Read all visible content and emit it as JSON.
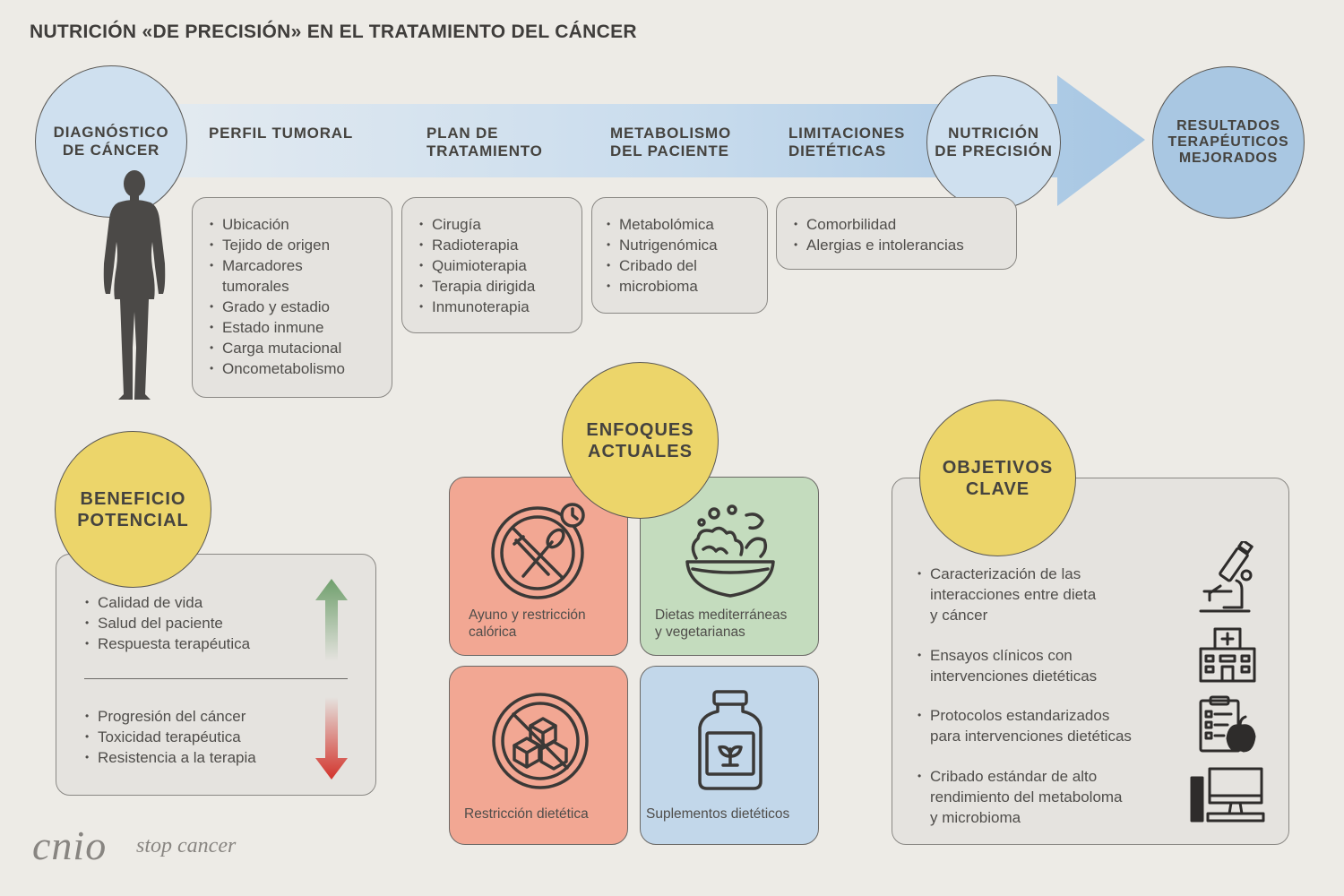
{
  "title": "NUTRICIÓN «DE PRECISIÓN» EN EL TRATAMIENTO DEL CÁNCER",
  "colors": {
    "background": "#edebe6",
    "light_blue": "#cfe0ef",
    "dark_blue": "#a9c7e2",
    "yellow": "#ecd56a",
    "salmon": "#f2a793",
    "green": "#c4dcbe",
    "tile_blue": "#c2d7ea",
    "box_gray": "#e5e3df"
  },
  "flow": {
    "start": {
      "line1": "DIAGNÓSTICO",
      "line2": "DE CÁNCER",
      "icon": "human-silhouette-icon"
    },
    "stages": [
      {
        "line1": "PERFIL TUMORAL",
        "line2": "",
        "items": [
          "Ubicación",
          "Tejido de origen",
          "Marcadores",
          "tumorales",
          "Grado y estadio",
          "Estado inmune",
          "Carga mutacional",
          "Oncometabolismo"
        ]
      },
      {
        "line1": "PLAN DE",
        "line2": "TRATAMIENTO",
        "items": [
          "Cirugía",
          "Radioterapia",
          "Quimioterapia",
          "Terapia dirigida",
          "Inmunoterapia"
        ]
      },
      {
        "line1": "METABOLISMO",
        "line2": "DEL PACIENTE",
        "items": [
          "Metabolómica",
          "Nutrigenómica",
          "Cribado del",
          "microbioma"
        ]
      },
      {
        "line1": "LIMITACIONES",
        "line2": "DIETÉTICAS",
        "items": [
          "Comorbilidad",
          "Alergias e intolerancias"
        ]
      }
    ],
    "precision": {
      "line1": "NUTRICIÓN",
      "line2": "DE PRECISIÓN"
    },
    "result": {
      "line1": "RESULTADOS",
      "line2": "TERAPÉUTICOS",
      "line3": "MEJORADOS"
    }
  },
  "benefit": {
    "line1": "BENEFICIO",
    "line2": "POTENCIAL",
    "positive": [
      "Calidad de vida",
      "Salud del paciente",
      "Respuesta terapéutica"
    ],
    "negative": [
      "Progresión del cáncer",
      "Toxicidad terapéutica",
      "Resistencia a la terapia"
    ],
    "up_icon": "arrow-up-icon",
    "down_icon": "arrow-down-icon"
  },
  "approaches": {
    "line1": "ENFOQUES",
    "line2": "ACTUALES",
    "tiles": [
      {
        "line1": "Ayuno y restricción",
        "line2": "calórica",
        "icon": "no-eating-clock-icon"
      },
      {
        "line1": "Dietas mediterráneas",
        "line2": "y vegetarianas",
        "icon": "salad-bowl-icon"
      },
      {
        "line1": "Restricción dietética",
        "line2": "",
        "icon": "no-sugar-cubes-icon"
      },
      {
        "line1": "Suplementos dietéticos",
        "line2": "",
        "icon": "supplement-jar-icon"
      }
    ]
  },
  "objectives": {
    "line1": "OBJETIVOS",
    "line2": "CLAVE",
    "items": [
      {
        "lines": [
          "Caracterización de las",
          "interacciones entre dieta",
          "y cáncer"
        ],
        "icon": "microscope-icon"
      },
      {
        "lines": [
          "Ensayos clínicos con",
          "intervenciones dietéticas"
        ],
        "icon": "hospital-icon"
      },
      {
        "lines": [
          "Protocolos estandarizados",
          "para intervenciones dietéticas"
        ],
        "icon": "clipboard-apple-icon"
      },
      {
        "lines": [
          "Cribado estándar de alto",
          "rendimiento del metaboloma",
          "y microbioma"
        ],
        "icon": "computer-icon"
      }
    ]
  },
  "logo": {
    "brand": "cnio",
    "tagline": "stop cancer"
  }
}
